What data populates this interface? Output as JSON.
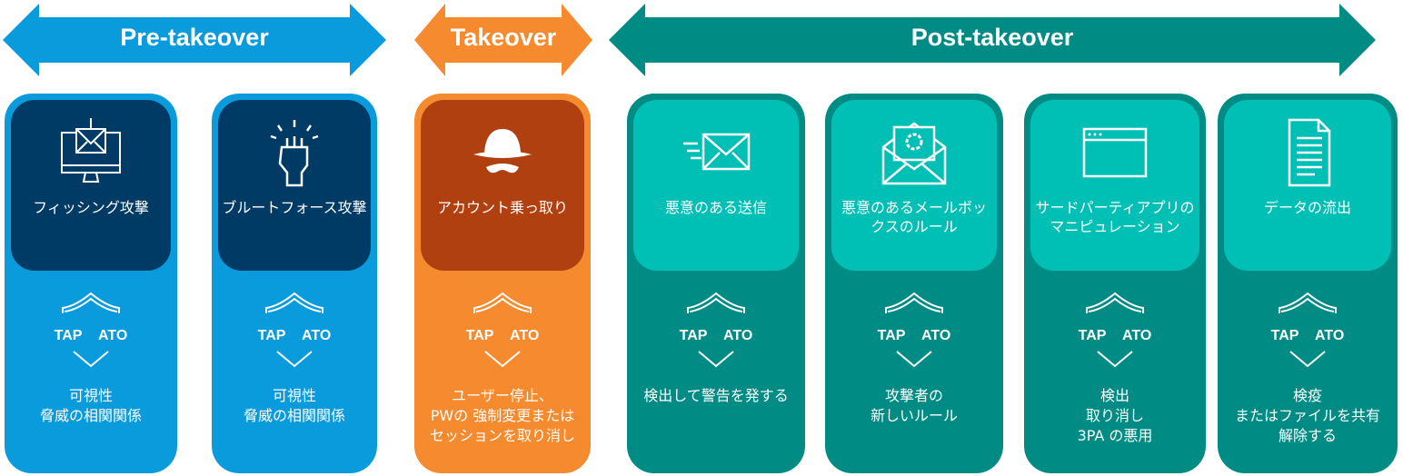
{
  "phases": [
    {
      "label": "Pre-takeover",
      "color": "#0a9bdc"
    },
    {
      "label": "Takeover",
      "color": "#f58a2e"
    },
    {
      "label": "Post-takeover",
      "color": "#008b84"
    }
  ],
  "columns": [
    {
      "title": "フィッシング攻撃",
      "icon": "phishing-monitor-icon",
      "tap": "TAP",
      "ato": "ATO",
      "desc": "可視性\n脅威の相関関係"
    },
    {
      "title": "ブルートフォース攻撃",
      "icon": "fist-icon",
      "tap": "TAP",
      "ato": "ATO",
      "desc": "可視性\n脅威の相関関係"
    },
    {
      "title": "アカウント乗っ取り",
      "icon": "hacker-hat-icon",
      "tap": "TAP",
      "ato": "ATO",
      "desc": "ユーザー停止、\nPWの 強制変更または\nセッションを取り消し"
    },
    {
      "title": "悪意のある送信",
      "icon": "fast-mail-icon",
      "tap": "TAP",
      "ato": "ATO",
      "desc": "検出して警告を発する"
    },
    {
      "title": "悪意のあるメールボックスのルール",
      "icon": "mail-gear-icon",
      "tap": "TAP",
      "ato": "ATO",
      "desc": "攻撃者の\n新しいルール"
    },
    {
      "title": "サードパーティアプリのマニピュレーション",
      "icon": "browser-window-icon",
      "tap": "TAP",
      "ato": "ATO",
      "desc": "検出\n取り消し\n3PA の悪用"
    },
    {
      "title": "データの流出",
      "icon": "document-icon",
      "tap": "TAP",
      "ato": "ATO",
      "desc": "検疫\nまたはファイルを共有\n解除する"
    }
  ],
  "colors": {
    "blue": "#0a9bdc",
    "navy": "#003b66",
    "orange": "#f58a2e",
    "rust": "#b0400f",
    "teal": "#008b84",
    "lightTeal": "#00bfb5"
  }
}
